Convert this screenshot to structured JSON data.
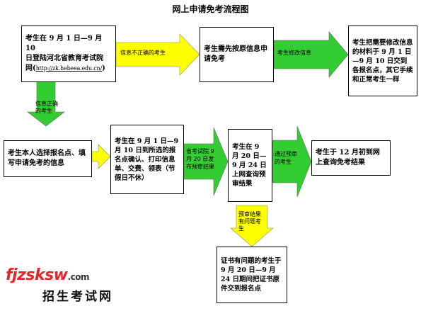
{
  "title": "网上申请免考流程图",
  "boxes": {
    "b1_line1": "考生在 9 月 1 日—9 月 10",
    "b1_line2": "日登陆河北省教育考试院",
    "b1_line3": "网(",
    "b1_url": "http://zk.hebeea.edu.cn/",
    "b1_line3_end": ")",
    "b2": "考生需先按原信息申请免考",
    "b3": "考生把需要修改信息的材料于 9 月 1 日—9 月 10 日交到各报名点，其它手续和正常考生一样",
    "b4": "考生本人选择报名点、填写申请免考的信息",
    "b5": "考生在 9 月 1 日—9 月 10 日到所选的报名点确认、打印信息单、交费、领表（节假日不休）",
    "b6": "考生在 9 月 20 日—9 月 24 日上网查询预审结果",
    "b7": "考生于 12 月初到网上查询免考结果",
    "b8": "证书有问题的考生于 9 月 20 日—9 月 24 日期间把证书原件交到报名点"
  },
  "arrow_labels": {
    "a1": "信息不正确的考生",
    "a2": "考生修改信息",
    "a3_line1": "信息正确",
    "a3_line2": "的考生",
    "a4": "省考试院 9 月 20 日发布预审结果",
    "a5": "通过预审的考生",
    "a6_line1": "预审结果",
    "a6_line2": "有问题考",
    "a6_line3": "生"
  },
  "logo": {
    "main": "fjzsksw",
    "suffix": ".com",
    "sub": "招生考试网"
  },
  "colors": {
    "arrow_yellow": "#ffff00",
    "arrow_green": "#33cc33",
    "logo_red": "#e0262b"
  }
}
